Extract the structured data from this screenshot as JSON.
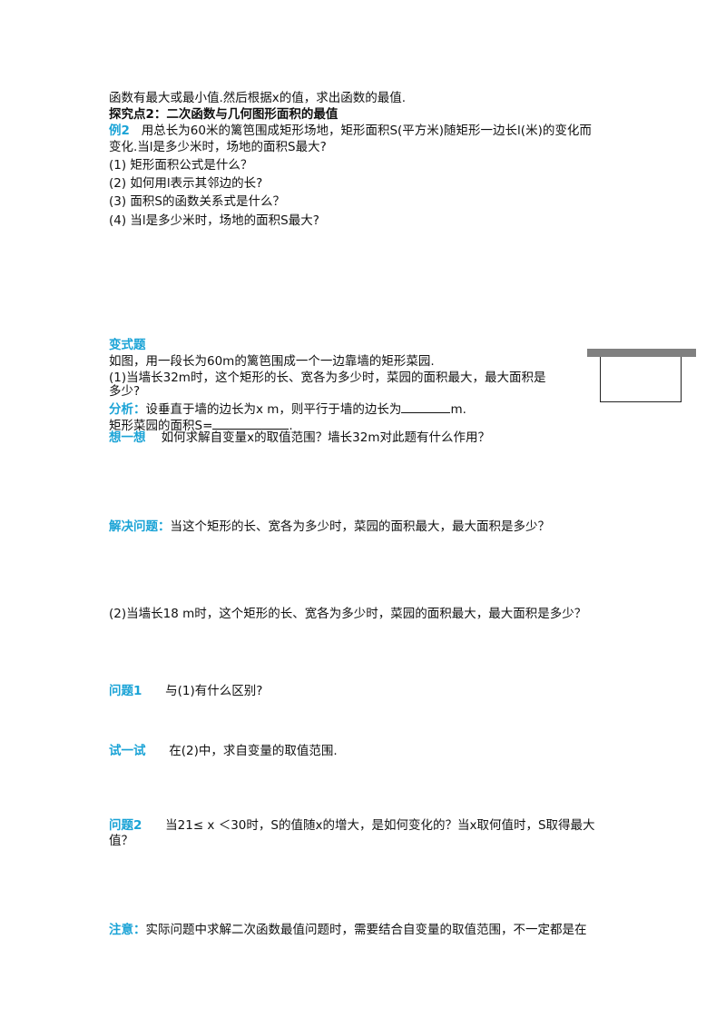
{
  "intro_line": "函数有最大或最小值.然后根据x的值，求出函数的最值.",
  "section_title": "探究点2：二次函数与几何图形面积的最值",
  "example2": {
    "label": "例2",
    "line1": "用总长为60米的篱笆围成矩形场地，矩形面积S(平方米)随矩形一边长l(米)的变化而",
    "line2": "变化.当l是多少米时，场地的面积S最大?",
    "q1": "(1) 矩形面积公式是什么？",
    "q2": "(2) 如何用l表示其邻边的长?",
    "q3": "(3) 面积S的函数关系式是什么？",
    "q4": "(4) 当l是多少米时，场地的面积S最大?"
  },
  "variant": {
    "label": "变式题",
    "line1": "如图，用一段长为60m的篱笆围成一个一边靠墙的矩形菜园.",
    "line2": "(1)当墙长32m时，这个矩形的长、宽各为多少时，菜园的面积最大，最大面积是",
    "line3": "多少?",
    "analysis_label": "分析：",
    "analysis_text": "设垂直于墙的边长为x m，则平行于墙的边长为",
    "analysis_unit": "m.",
    "area_text": "矩形菜园的面积S=",
    "area_end": "."
  },
  "think": {
    "label": "想一想",
    "text": "如何求解自变量x的取值范围？墙长32m对此题有什么作用？"
  },
  "solve": {
    "label": "解决问题：",
    "text": "当这个矩形的长、宽各为多少时，菜园的面积最大，最大面积是多少？"
  },
  "part2": "(2)当墙长18 m时，这个矩形的长、宽各为多少时，菜园的面积最大，最大面积是多少？",
  "question1": {
    "label": "问题1",
    "text": "与(1)有什么区别?"
  },
  "try": {
    "label": "试一试",
    "text": "在(2)中，求自变量的取值范围."
  },
  "question2": {
    "label": "问题2",
    "line1": "当21≤ x ＜30时，S的值随x的增大，是如何变化的？当x取何值时，S取得最大",
    "line2": "值？"
  },
  "note": {
    "label": "注意：",
    "text": "实际问题中求解二次函数最值问题时，需要结合自变量的取值范围，不一定都是在"
  }
}
